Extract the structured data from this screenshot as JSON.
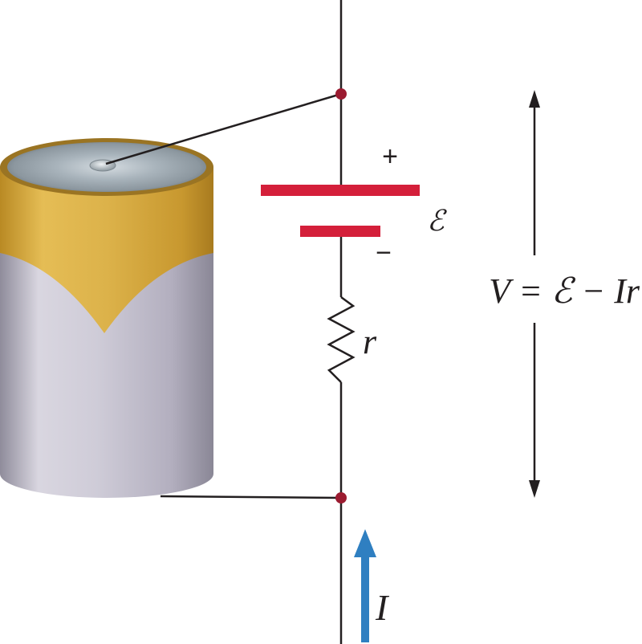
{
  "colors": {
    "wire": "#231f20",
    "node": "#9b1b30",
    "plate": "#d41f3a",
    "current_arrow": "#2f7fc1",
    "battery_gold": "#d6a93c",
    "battery_body": "#c6c3cf"
  },
  "labels": {
    "plus": "+",
    "minus": "−",
    "emf": "ℰ",
    "resistance": "r",
    "current": "I",
    "equation": "V = ℰ − Ir"
  }
}
